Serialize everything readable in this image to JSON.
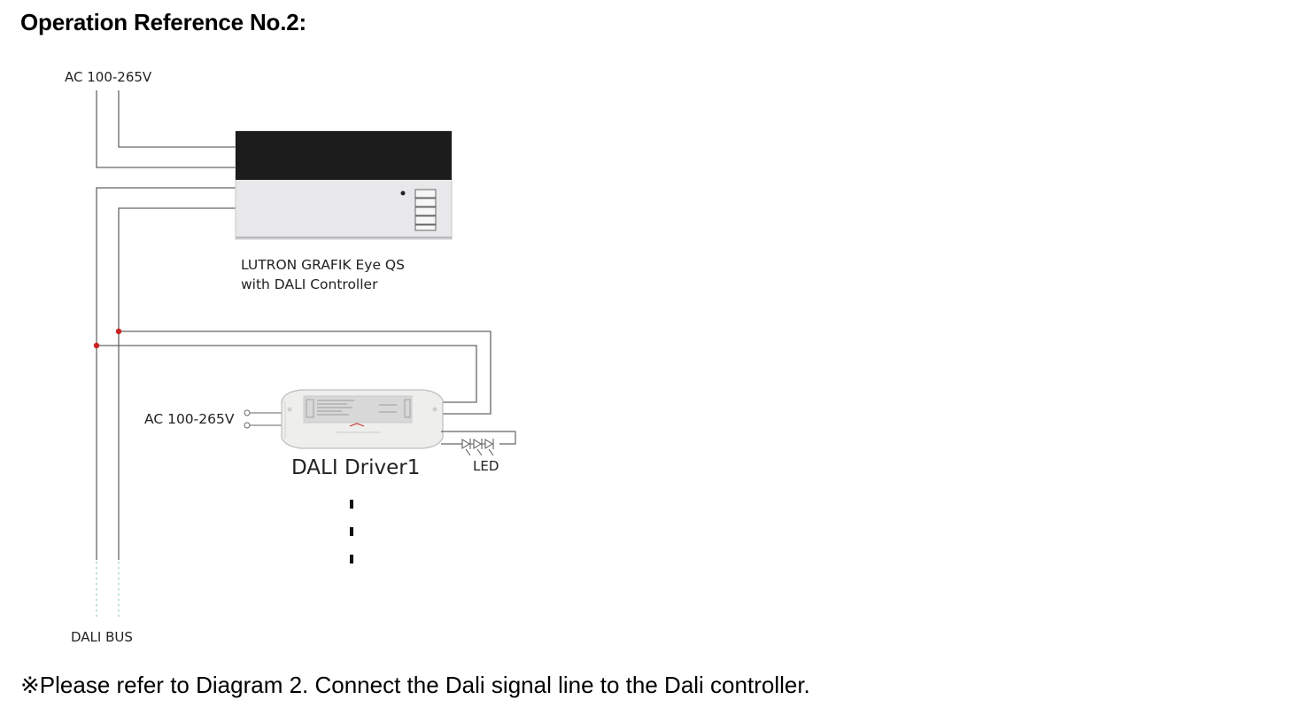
{
  "heading": "Operation Reference No.2:",
  "diagram": {
    "ac_top_label": "AC 100-265V",
    "controller_label_line1": "LUTRON GRAFIK Eye QS",
    "controller_label_line2": "with DALI Controller",
    "ac_driver_label": "AC 100-265V",
    "driver_label": "DALI Driver1",
    "led_label": "LED",
    "bus_label": "DALI BUS",
    "colors": {
      "wire": "#555555",
      "junction": "#cc2222",
      "controller_top": "#1c1c1c",
      "controller_body": "#e8e8ea",
      "driver_body": "#eeeeec",
      "bus_dotted": "#88cccc"
    }
  },
  "footnote": "※Please refer to Diagram 2. Connect the Dali signal line to the Dali controller."
}
